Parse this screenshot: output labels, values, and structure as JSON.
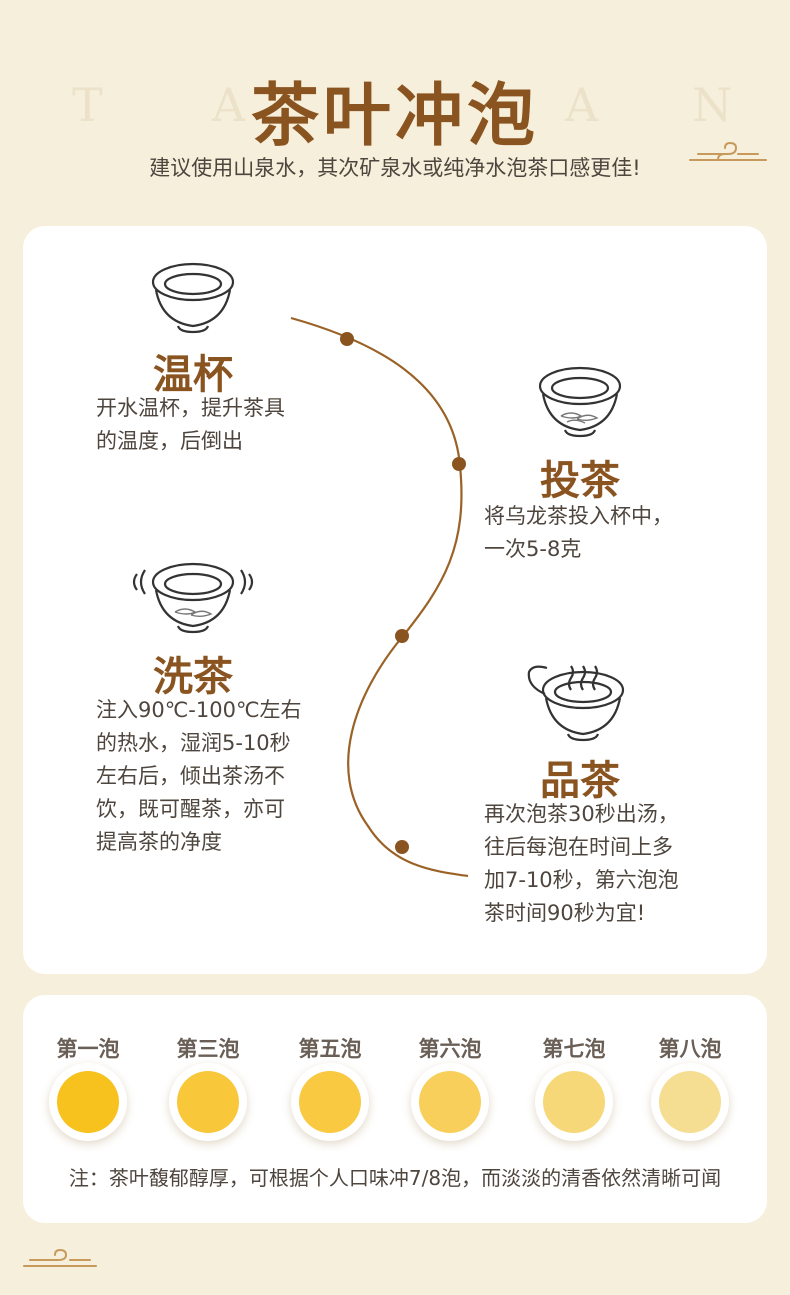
{
  "header": {
    "background_letters": [
      "T",
      "A",
      "A",
      "N"
    ],
    "title": "茶叶冲泡",
    "subtitle": "建议使用山泉水，其次矿泉水或纯净水泡茶口感更佳!"
  },
  "steps": [
    {
      "title": "温杯",
      "desc": "开水温杯，提升茶具\n的温度，后倒出",
      "icon": "empty-teacup-icon"
    },
    {
      "title": "投茶",
      "desc": "将乌龙茶投入杯中，\n一次5-8克",
      "icon": "teacup-with-leaves-icon"
    },
    {
      "title": "洗茶",
      "desc": "注入90℃-100℃左右\n的热水，湿润5-10秒\n左右后，倾出茶汤不\n饮，既可醒茶，亦可\n提高茶的净度",
      "icon": "shaking-teacup-icon"
    },
    {
      "title": "品茶",
      "desc": "再次泡茶30秒出汤，\n往后每泡在时间上多\n加7-10秒，第六泡泡\n茶时间90秒为宜!",
      "icon": "steaming-teacup-icon"
    }
  ],
  "brews": [
    {
      "label": "第一泡",
      "color": "#f7c21d"
    },
    {
      "label": "第三泡",
      "color": "#f8c73a"
    },
    {
      "label": "第五泡",
      "color": "#f8c941"
    },
    {
      "label": "第六泡",
      "color": "#f8cf5a"
    },
    {
      "label": "第七泡",
      "color": "#f7d878"
    },
    {
      "label": "第八泡",
      "color": "#f5dd92"
    }
  ],
  "note": "注：茶叶馥郁醇厚，可根据个人口味冲7/8泡，而淡淡的清香依然清晰可闻",
  "colors": {
    "accent": "#8a5420",
    "background": "#f6efdc",
    "curve": "#9a6226"
  }
}
